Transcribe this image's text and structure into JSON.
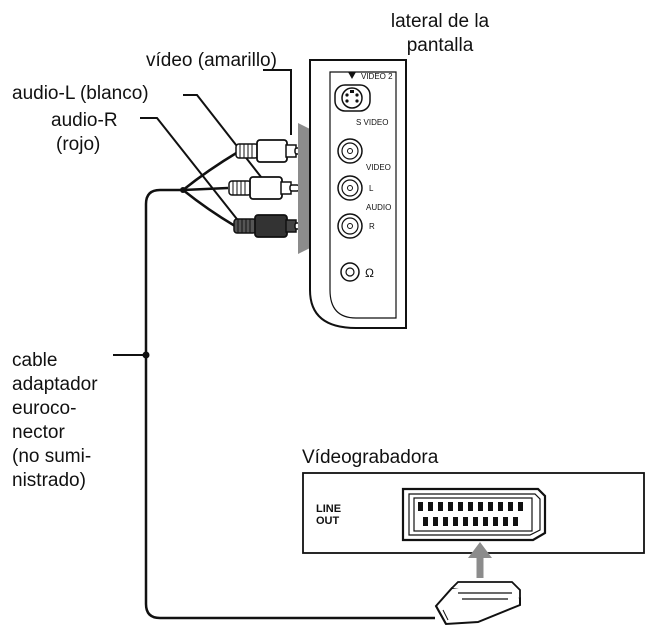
{
  "labels": {
    "side_panel_line1": "lateral de la",
    "side_panel_line2": "pantalla",
    "video_yellow": "vídeo (amarillo)",
    "audio_l_white": "audio-L (blanco)",
    "audio_r_line1": "audio-R",
    "audio_r_line2": "(rojo)",
    "cable_lines": [
      "cable",
      "adaptador",
      "euroco-",
      "nector",
      "(no sumi-",
      "nistrado)"
    ],
    "vcr_title": "Vídeograbadora"
  },
  "panel": {
    "video2": "VIDEO 2",
    "svideo": "S VIDEO",
    "video": "VIDEO",
    "l": "L",
    "audio": "AUDIO",
    "r": "R",
    "headphone": "Ω"
  },
  "vcr": {
    "line": "LINE",
    "out": "OUT"
  },
  "colors": {
    "line": "#111111",
    "arrow_gray": "#8c8c8c",
    "plug_dark": "#333333",
    "plug_light": "#ffffff"
  }
}
